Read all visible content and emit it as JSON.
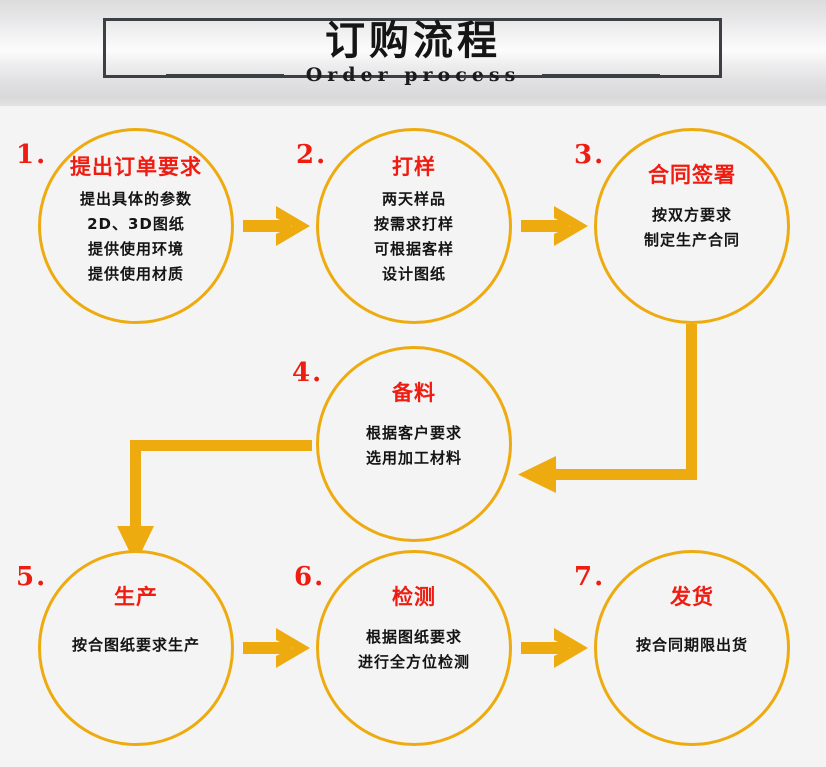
{
  "header": {
    "title": "订购流程",
    "subtitle": "Order process"
  },
  "colors": {
    "accent": "#eeab10",
    "title_red": "#ee1c11",
    "body_black": "#141414",
    "frame_gray": "#3c3f44",
    "background": "#f4f4f4"
  },
  "flow": {
    "type": "process-flow",
    "steps": [
      {
        "number": "1.",
        "title": "提出订单要求",
        "lines": [
          "提出具体的参数",
          "2D、3D图纸",
          "提供使用环境",
          "提供使用材质"
        ]
      },
      {
        "number": "2.",
        "title": "打样",
        "lines": [
          "两天样品",
          "按需求打样",
          "可根据客样",
          "设计图纸"
        ]
      },
      {
        "number": "3.",
        "title": "合同签署",
        "lines": [
          "按双方要求",
          "制定生产合同"
        ]
      },
      {
        "number": "4.",
        "title": "备料",
        "lines": [
          "根据客户要求",
          "选用加工材料"
        ]
      },
      {
        "number": "5.",
        "title": "生产",
        "lines": [
          "按合图纸要求生产"
        ]
      },
      {
        "number": "6.",
        "title": "检测",
        "lines": [
          "根据图纸要求",
          "进行全方位检测"
        ]
      },
      {
        "number": "7.",
        "title": "发货",
        "lines": [
          "按合同期限出货"
        ]
      }
    ],
    "connectors": [
      {
        "name": "arrow-1-to-2",
        "shape": "horizontal-right"
      },
      {
        "name": "arrow-2-to-3",
        "shape": "horizontal-right"
      },
      {
        "name": "arrow-3-to-4",
        "shape": "elbow-down-left"
      },
      {
        "name": "arrow-4-to-5",
        "shape": "elbow-left-down"
      },
      {
        "name": "arrow-5-to-6",
        "shape": "horizontal-right"
      },
      {
        "name": "arrow-6-to-7",
        "shape": "horizontal-right"
      }
    ]
  }
}
